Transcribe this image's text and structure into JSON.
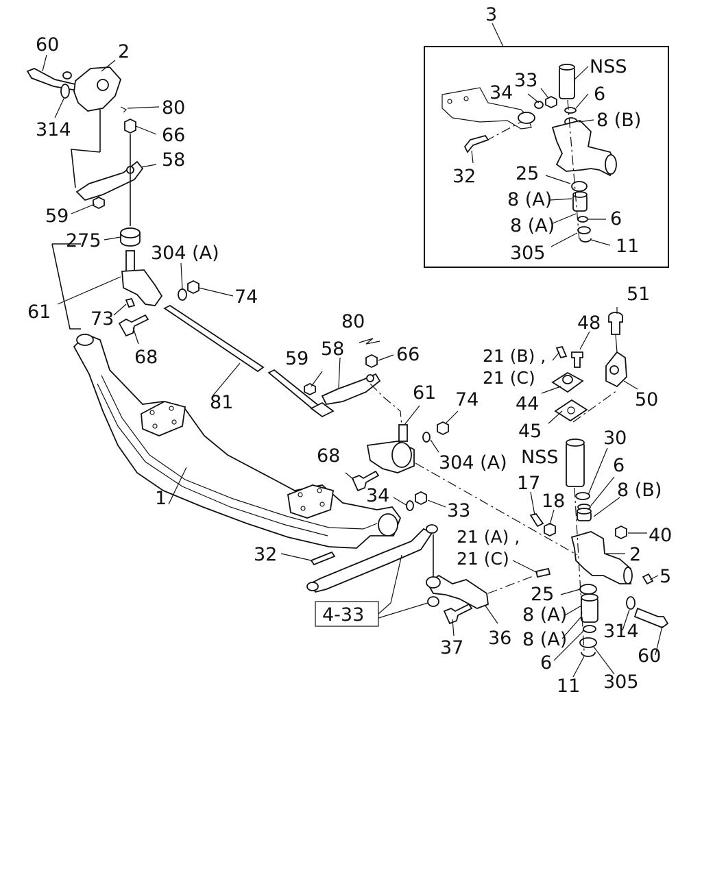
{
  "diagram": {
    "labels": {
      "l3": "3",
      "l60a": "60",
      "l2a": "2",
      "l80a": "80",
      "l314a": "314",
      "l66a": "66",
      "l58a": "58",
      "l59a": "59",
      "l275": "275",
      "l304a": "304 (A)",
      "l74a": "74",
      "l61a": "61",
      "l73": "73",
      "l68a": "68",
      "l80b": "80",
      "l59b": "59",
      "l58b": "58",
      "l66b": "66",
      "l81": "81",
      "l61b": "61",
      "l74b": "74",
      "l68b": "68",
      "l304b": "304 (A)",
      "l1": "1",
      "l34b": "34",
      "l33b": "33",
      "l32b": "32",
      "l433": "4-33",
      "l37": "37",
      "l36": "36",
      "l51": "51",
      "l48": "48",
      "l21bc1": "21 (B) ,",
      "l21bc2": "21 (C)",
      "l44": "44",
      "l50": "50",
      "l45": "45",
      "lnss2": "NSS",
      "l30": "30",
      "l6b": "6",
      "l8bb": "8 (B)",
      "l17": "17",
      "l18": "18",
      "l40": "40",
      "l21ac1": "21 (A) ,",
      "l21ac2": "21 (C)",
      "l2b": "2",
      "l5": "5",
      "l25b": "25",
      "l8ab1": "8 (A)",
      "l314b": "314",
      "l8ab2": "8 (A)",
      "l60b": "60",
      "l6c": "6",
      "l11b": "11",
      "l305b": "305",
      "lnss1": "NSS",
      "l33a": "33",
      "l34a": "34",
      "l6a": "6",
      "l8ba": "8 (B)",
      "l32a": "32",
      "l25a": "25",
      "l8aa1": "8 (A)",
      "l8aa2": "8 (A)",
      "l6d": "6",
      "l305a": "305",
      "l11a": "11"
    }
  }
}
